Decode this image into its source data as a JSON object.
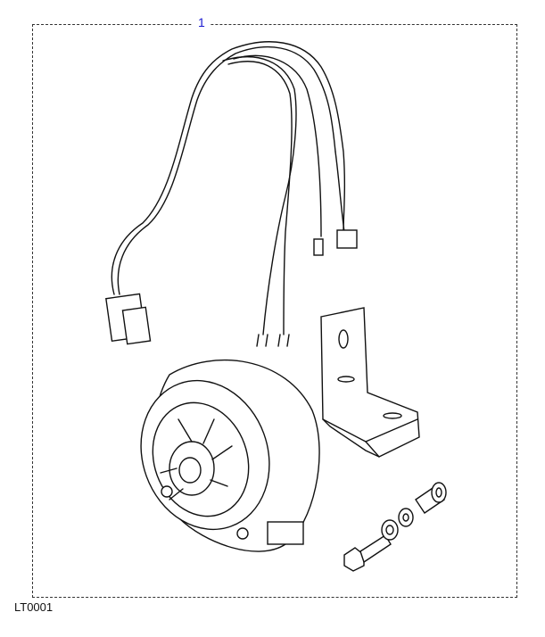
{
  "callout": {
    "item_number": "1"
  },
  "reference": {
    "code": "LT0001"
  },
  "parts": [
    "wiring-harness",
    "horn",
    "mounting-bracket",
    "bolt",
    "washers",
    "nut"
  ]
}
